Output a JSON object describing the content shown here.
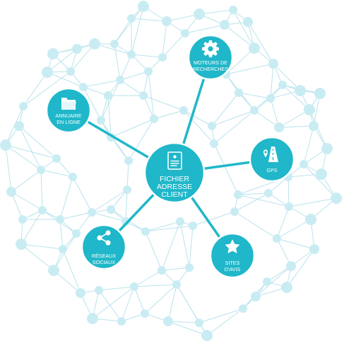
{
  "diagram": {
    "colors": {
      "mesh_line": "#b9e3ec",
      "mesh_node": "#c9ecf3",
      "hub": "#1fb7c9",
      "connector": "#1fb7c9",
      "text": "#ffffff"
    },
    "center": {
      "id": "center",
      "icon": "document-icon",
      "lines": [
        "FICHIER",
        "ADRESSE",
        "CLIENT"
      ]
    },
    "sources": [
      {
        "id": "search-engines",
        "icon": "gear-icon",
        "lines": [
          "MOTEURS DE",
          "RECHERCHES"
        ]
      },
      {
        "id": "online-directory",
        "icon": "folder-icon",
        "lines": [
          "ANNUAIRE",
          "EN LIGNE"
        ]
      },
      {
        "id": "gps",
        "icon": "map-pin-icon",
        "lines": [
          "GPS"
        ]
      },
      {
        "id": "social-networks",
        "icon": "share-icon",
        "lines": [
          "RÉSEAUX",
          "SOCIAUX"
        ]
      },
      {
        "id": "review-sites",
        "icon": "star-icon",
        "lines": [
          "SITES",
          "D'AVIS"
        ]
      }
    ]
  }
}
